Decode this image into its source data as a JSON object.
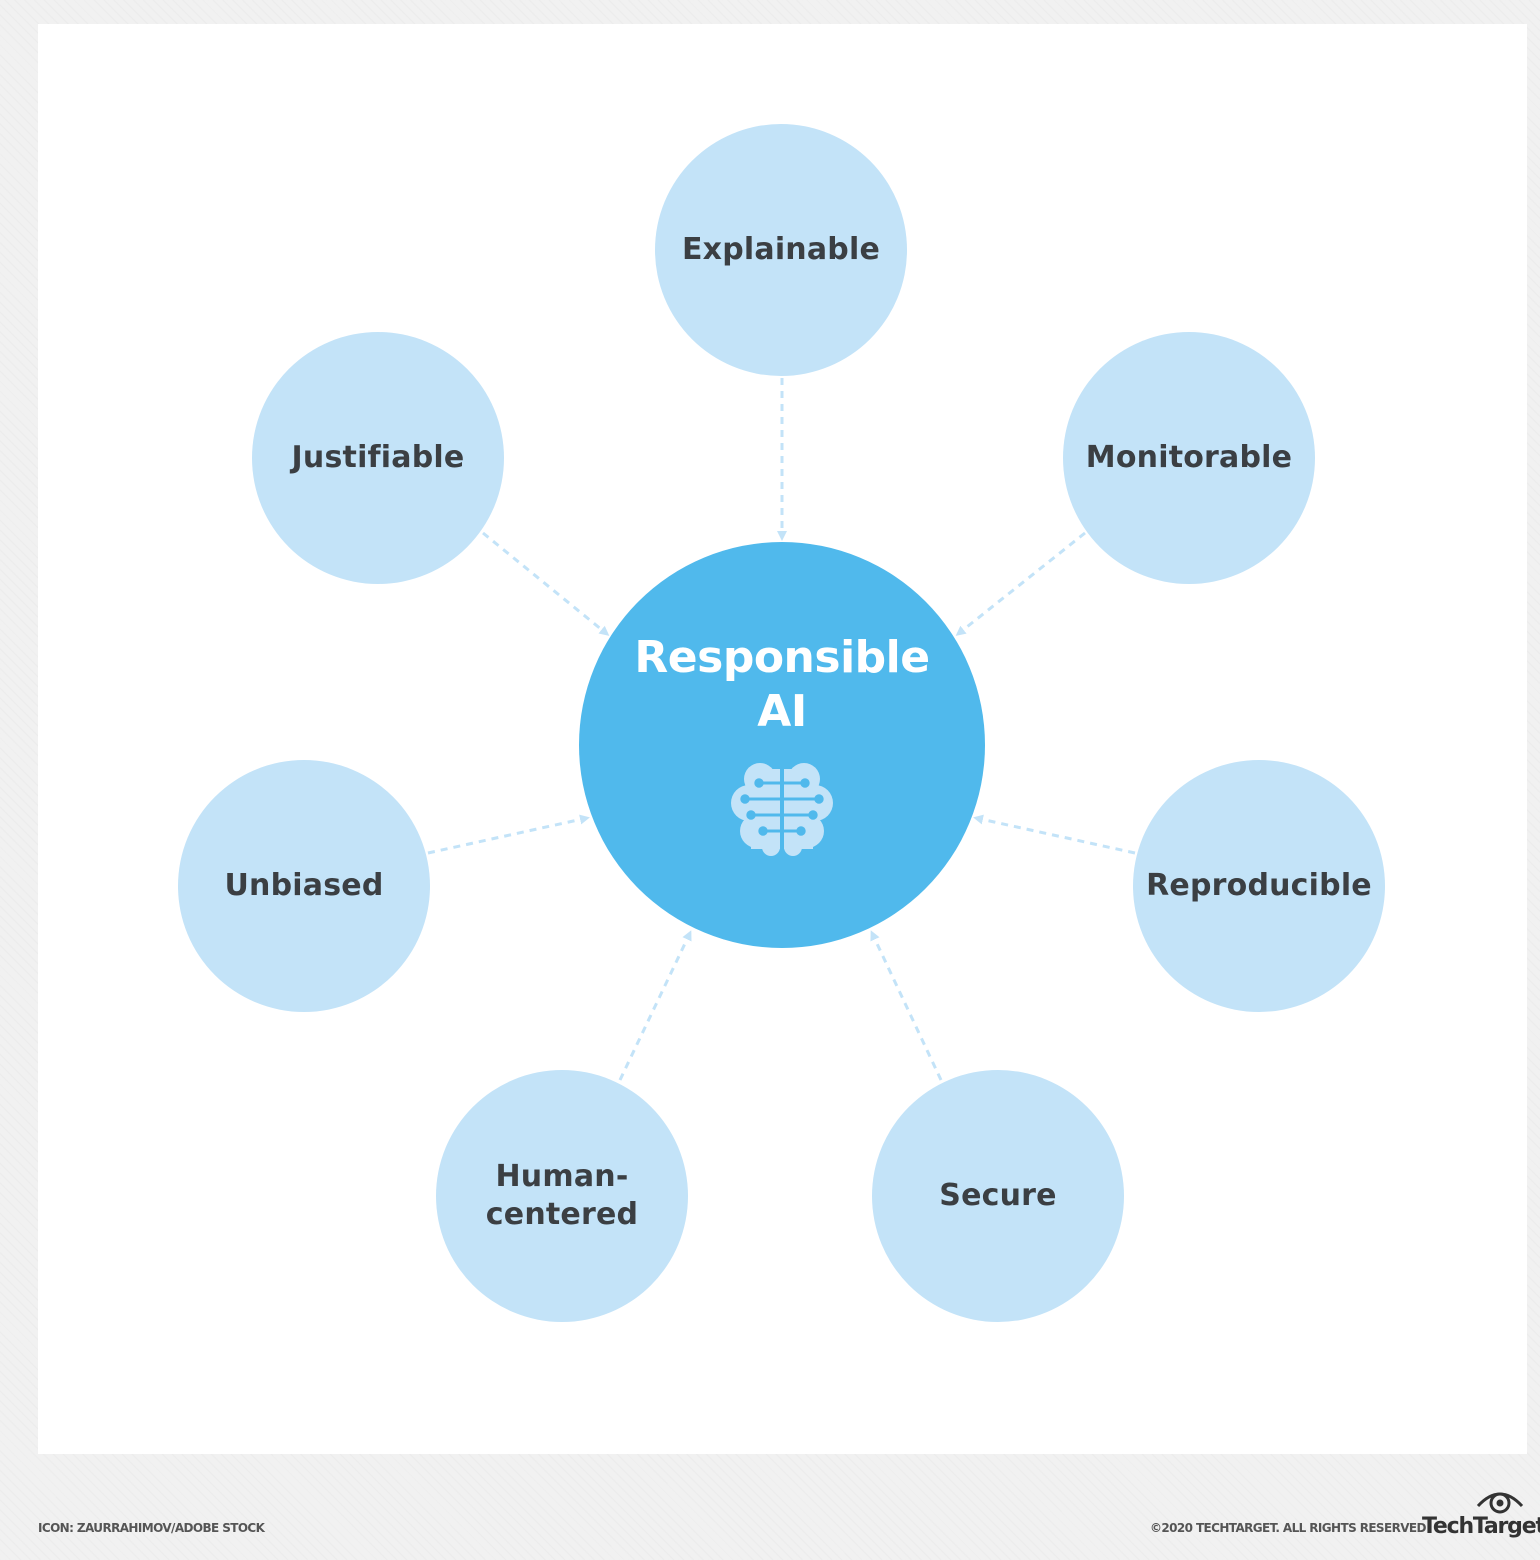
{
  "diagram": {
    "center": {
      "line1": "Responsible",
      "line2": "AI",
      "icon": "brain-circuit-icon"
    },
    "nodes": [
      {
        "id": "explainable",
        "label": "Explainable"
      },
      {
        "id": "monitorable",
        "label": "Monitorable"
      },
      {
        "id": "reproducible",
        "label": "Reproducible"
      },
      {
        "id": "secure",
        "label": "Secure"
      },
      {
        "id": "human-centered",
        "label_line1": "Human-",
        "label_line2": "centered"
      },
      {
        "id": "unbiased",
        "label": "Unbiased"
      },
      {
        "id": "justifiable",
        "label": "Justifiable"
      }
    ],
    "colors": {
      "center_fill": "#50b9ec",
      "node_fill": "#c3e3f8",
      "connector": "#c3e3f8",
      "node_text": "#3b3f43",
      "center_text": "#ffffff"
    }
  },
  "footer": {
    "icon_credit": "ICON: ZAURRAHIMOV/ADOBE STOCK",
    "copyright": "©2020 TECHTARGET. ALL RIGHTS RESERVED",
    "logo_text": "TechTarget",
    "logo_icon": "eye-icon"
  }
}
